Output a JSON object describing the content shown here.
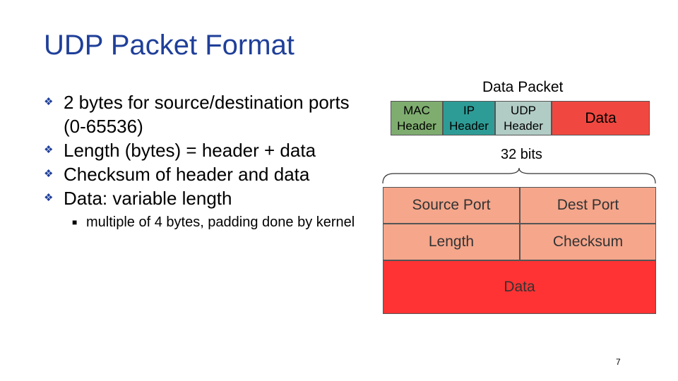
{
  "title": "UDP Packet Format",
  "bullet_icon": "diamond-checkmark-icon",
  "bullets": [
    "2 bytes for source/destination ports (0-65536)",
    "Length (bytes) = header + data",
    "Checksum of header and data",
    "Data: variable length"
  ],
  "sub_bullets": [
    "multiple of 4 bytes, padding done by kernel"
  ],
  "data_packet": {
    "caption": "Data Packet",
    "mac": "MAC Header",
    "ip": "IP Header",
    "udp": "UDP Header",
    "data": "Data"
  },
  "bits_label": "32 bits",
  "udp_header": {
    "source_port": "Source Port",
    "dest_port": "Dest Port",
    "length": "Length",
    "checksum": "Checksum",
    "data": "Data"
  },
  "colors": {
    "title": "#1f3f99",
    "mac": "#7fad70",
    "ip": "#2e9c96",
    "udp_header": "#b1ccc5",
    "data": "#f04840",
    "header_fields": "#f5a68b",
    "payload": "#ff3333"
  },
  "page_number": "7"
}
